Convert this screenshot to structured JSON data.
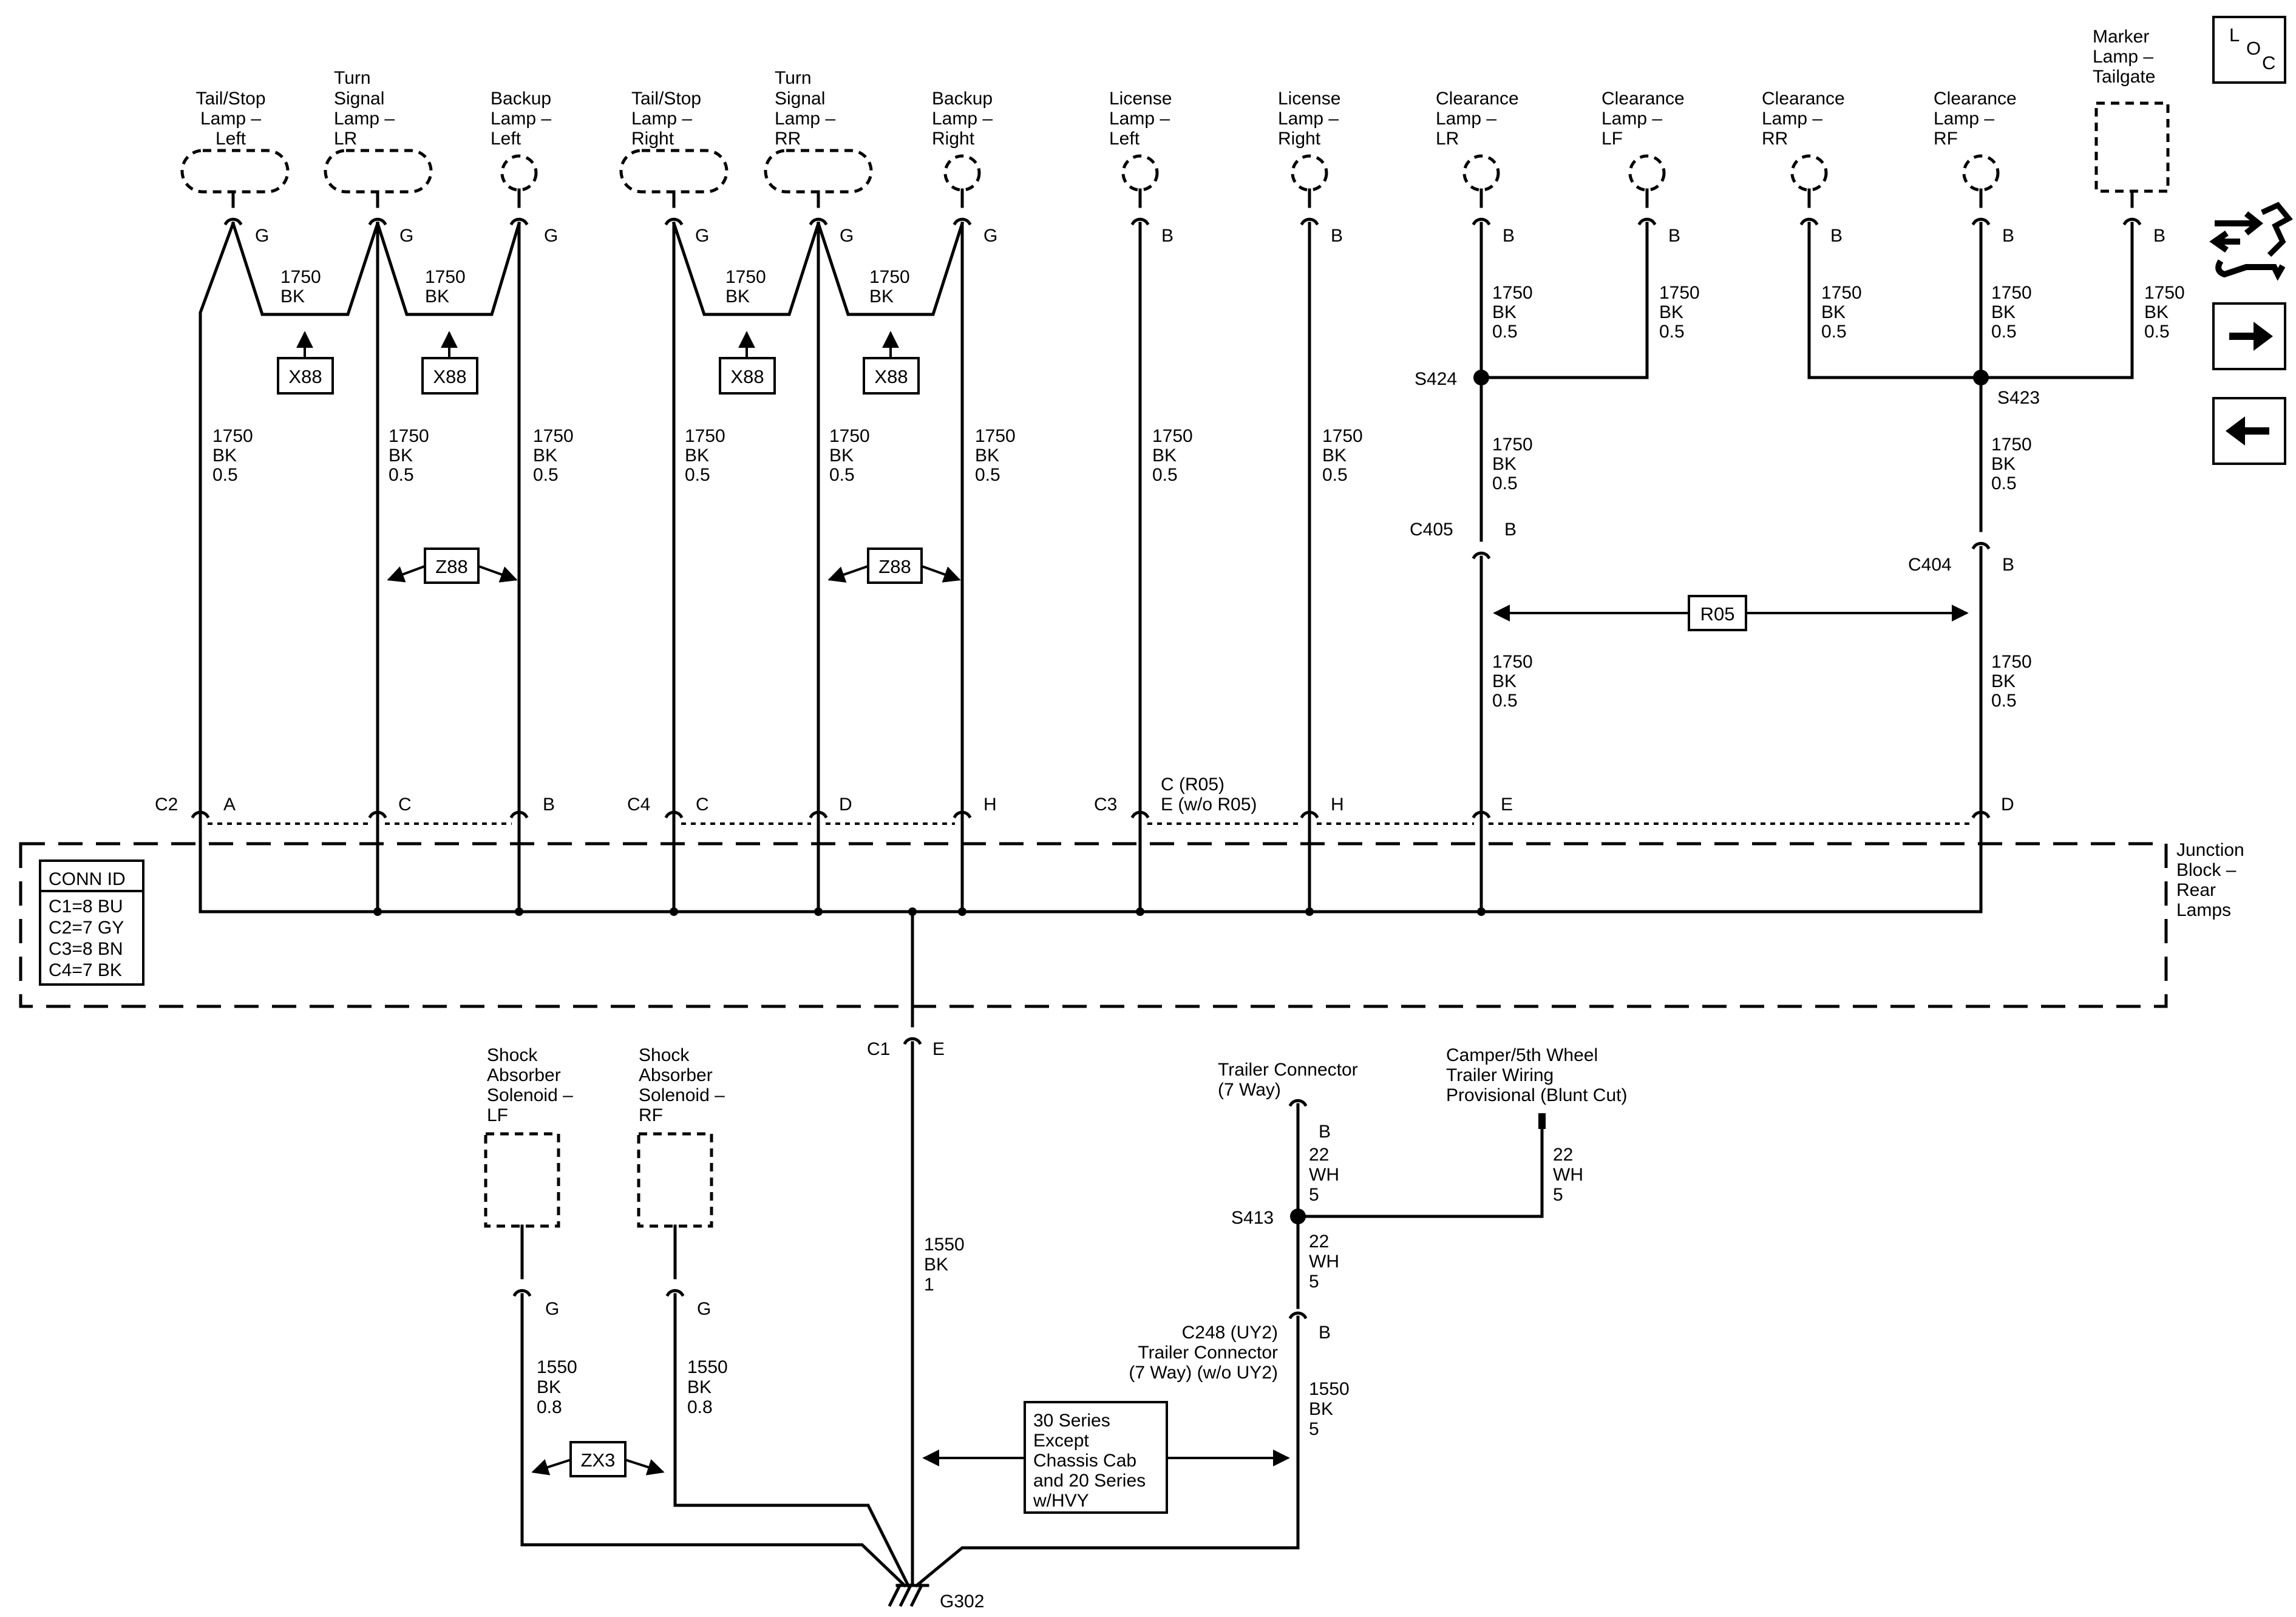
{
  "lamps": {
    "tail_stop_left": [
      "Tail/Stop",
      "Lamp –",
      "Left"
    ],
    "turn_lr": [
      "Turn",
      "Signal",
      "Lamp –",
      "LR"
    ],
    "backup_left": [
      "Backup",
      "Lamp –",
      "Left"
    ],
    "tail_stop_right": [
      "Tail/Stop",
      "Lamp –",
      "Right"
    ],
    "turn_rr": [
      "Turn",
      "Signal",
      "Lamp –",
      "RR"
    ],
    "backup_right": [
      "Backup",
      "Lamp –",
      "Right"
    ],
    "license_left": [
      "License",
      "Lamp –",
      "Left"
    ],
    "license_right": [
      "License",
      "Lamp –",
      "Right"
    ],
    "clearance_lr": [
      "Clearance",
      "Lamp –",
      "LR"
    ],
    "clearance_lf": [
      "Clearance",
      "Lamp –",
      "LF"
    ],
    "clearance_rr": [
      "Clearance",
      "Lamp –",
      "RR"
    ],
    "clearance_rf": [
      "Clearance",
      "Lamp –",
      "RF"
    ],
    "marker_tailgate": [
      "Marker",
      "Lamp –",
      "Tailgate"
    ]
  },
  "pins": {
    "g": "G",
    "b": "B",
    "a": "A",
    "c": "C",
    "d": "D",
    "e": "E",
    "h": "H"
  },
  "wires": {
    "bk_1750": [
      "1750",
      "BK"
    ],
    "bk_1750_05": [
      "1750",
      "BK",
      "0.5"
    ],
    "bk_1550_08": [
      "1550",
      "BK",
      "0.8"
    ],
    "bk_1550_1": [
      "1550",
      "BK",
      "1"
    ],
    "bk_1550_5": [
      "1550",
      "BK",
      "5"
    ],
    "wh_22_5": [
      "22",
      "WH",
      "5"
    ]
  },
  "options": {
    "x88": "X88",
    "z88": "Z88",
    "r05": "R05",
    "zx3": "ZX3"
  },
  "splices": {
    "s424": "S424",
    "s423": "S423",
    "s413": "S413"
  },
  "connectors": {
    "c405": "C405",
    "c404": "C404",
    "c2": "C2",
    "c4": "C4",
    "c3": "C3",
    "c1": "C1",
    "c3_pin": [
      "C (R05)",
      "E (w/o R05)"
    ],
    "c248": [
      "C248 (UY2)",
      "Trailer Connector",
      "(7 Way) (w/o UY2)"
    ]
  },
  "junction_block": [
    "Junction",
    "Block –",
    "Rear",
    "Lamps"
  ],
  "conn_id": {
    "title": "CONN ID",
    "rows": [
      "C1=8 BU",
      "C2=7 GY",
      "C3=8 BN",
      "C4=7 BK"
    ]
  },
  "lower": {
    "shock_lf": [
      "Shock",
      "Absorber",
      "Solenoid –",
      "LF"
    ],
    "shock_rf": [
      "Shock",
      "Absorber",
      "Solenoid –",
      "RF"
    ],
    "trailer_connector": [
      "Trailer Connector",
      "(7 Way)"
    ],
    "camper": [
      "Camper/5th Wheel",
      "Trailer Wiring",
      "Provisional (Blunt Cut)"
    ],
    "series_note": [
      "30 Series",
      "Except",
      "Chassis Cab",
      "and 20 Series",
      "w/HVY"
    ],
    "ground": "G302"
  },
  "nav": {
    "loc": [
      "L",
      "O",
      "C"
    ]
  },
  "icons": [
    "loc-icon",
    "component-locator-icon",
    "next-page-icon",
    "previous-page-icon"
  ]
}
